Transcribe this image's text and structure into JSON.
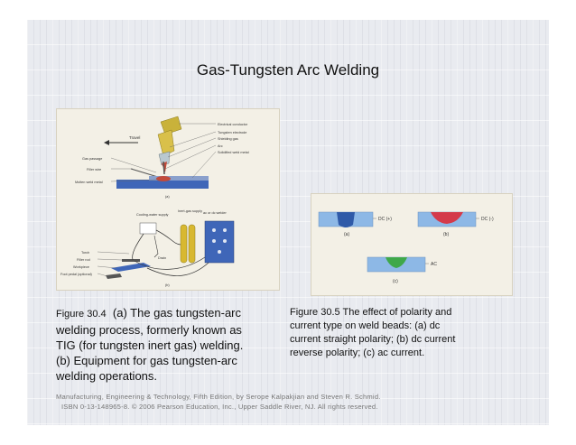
{
  "slide": {
    "title": "Gas-Tungsten Arc Welding"
  },
  "figure_left": {
    "part_a": {
      "travel_label": "Travel",
      "labels": {
        "electrical_conductor": "Electrical conductor",
        "tungsten_electrode": "Tungsten electrode",
        "shielding_gas": "Shielding gas",
        "arc": "Arc",
        "solidified_weld_metal": "Solidified weld metal",
        "gas_passage": "Gas passage",
        "filler_wire": "Filler wire",
        "molten_weld_metal": "Molten weld metal"
      },
      "marker": "(a)"
    },
    "part_b": {
      "labels": {
        "cooling_water_supply": "Cooling-water supply",
        "inert_gas_supply": "Inert-gas supply",
        "ac_or_dc_welder": "ac or dc welder",
        "torch": "Torch",
        "filler_rod": "Filler rod",
        "workpiece": "Workpiece",
        "foot_pedal": "Foot pedal (optional)",
        "drain": "Drain"
      },
      "marker": "(b)"
    }
  },
  "figure_right": {
    "labels": {
      "a_polarity": "DC (+)",
      "b_polarity": "DC (-)",
      "c_polarity": "AC"
    },
    "markers": {
      "a": "(a)",
      "b": "(b)",
      "c": "(c)"
    }
  },
  "caption_left": {
    "label": "Figure 30.4",
    "line_1": "(a) The gas tungsten-arc",
    "line_2": "welding process, formerly known as",
    "line_3": "TIG (for tungsten inert gas) welding.",
    "line_4": "(b) Equipment for gas tungsten-arc",
    "line_5": "welding operations."
  },
  "caption_right": {
    "line_1": "Figure 30.5  The effect of polarity and",
    "line_2": "current type on weld beads: (a) dc",
    "line_3": "current straight polarity; (b) dc current",
    "line_4": "reverse polarity; (c) ac current."
  },
  "footer": {
    "line_1": "Manufacturing, Engineering & Technology, Fifth Edition, by Serope Kalpakjian and Steven R. Schmid.",
    "line_2": "ISBN 0-13-148965-8. © 2006 Pearson Education, Inc., Upper Saddle River, NJ.  All rights reserved."
  }
}
